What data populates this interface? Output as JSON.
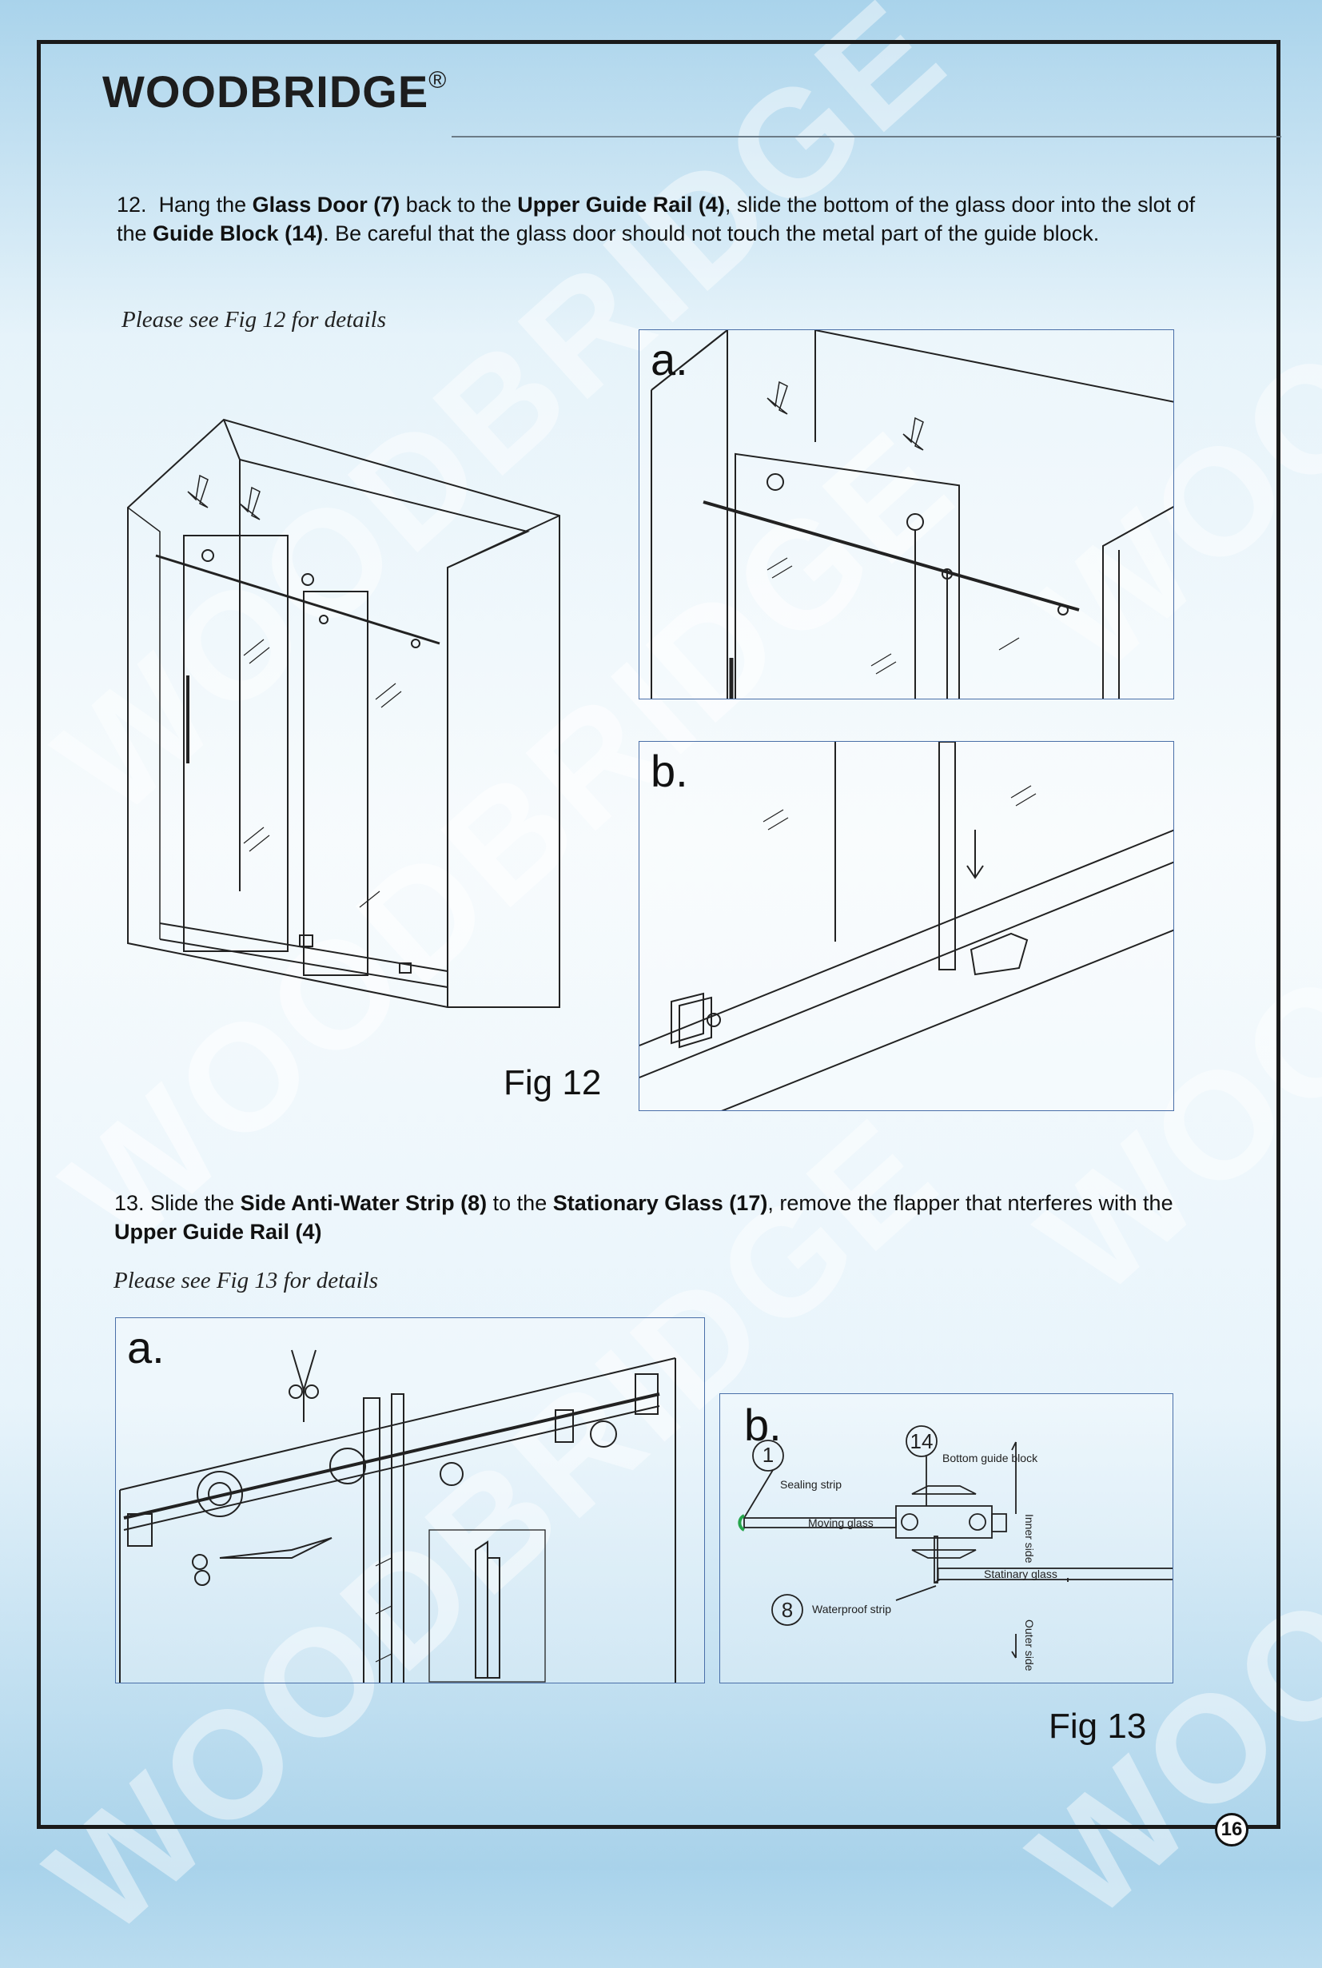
{
  "header": {
    "brand": "WOODBRIDGE",
    "registered": "®"
  },
  "watermark": {
    "text": "WOODBRIDGE",
    "short": "WOO"
  },
  "step12": {
    "num": "12.",
    "t1": "Hang the ",
    "b1": "Glass Door (7)",
    "t2": " back to the ",
    "b2": "Upper Guide Rail (4)",
    "t3": ", slide the bottom of the glass door into the slot of the ",
    "b3": "Guide Block (14)",
    "t4": ". Be careful that the glass door should not touch the metal part of the guide block.",
    "note": "Please see Fig 12 for details",
    "fig_label": "Fig 12",
    "panel_a": "a.",
    "panel_b": "b."
  },
  "step13": {
    "num": "13.",
    "t1": "Slide the ",
    "b1": "Side Anti-Water Strip (8)",
    "t2": " to the ",
    "b2": "Stationary Glass (17)",
    "t3": ", remove the flapper that  nterferes with the ",
    "b3": "Upper Guide Rail (4)",
    "note": "Please see Fig 13 for details",
    "fig_label": "Fig 13",
    "panel_a": "a.",
    "panel_b": "b.",
    "diagram": {
      "part1": "1",
      "part14": "14",
      "part8": "8",
      "sealing_strip": "Sealing strip",
      "bottom_guide_block": "Bottom guide block",
      "moving_glass": "Moving glass",
      "inner_side": "Inner side",
      "waterproof_strip": "Waterproof strip",
      "stationary_glass": "Statinary glass",
      "outer_side": "Outer side"
    }
  },
  "footer": {
    "page_number": "16"
  }
}
